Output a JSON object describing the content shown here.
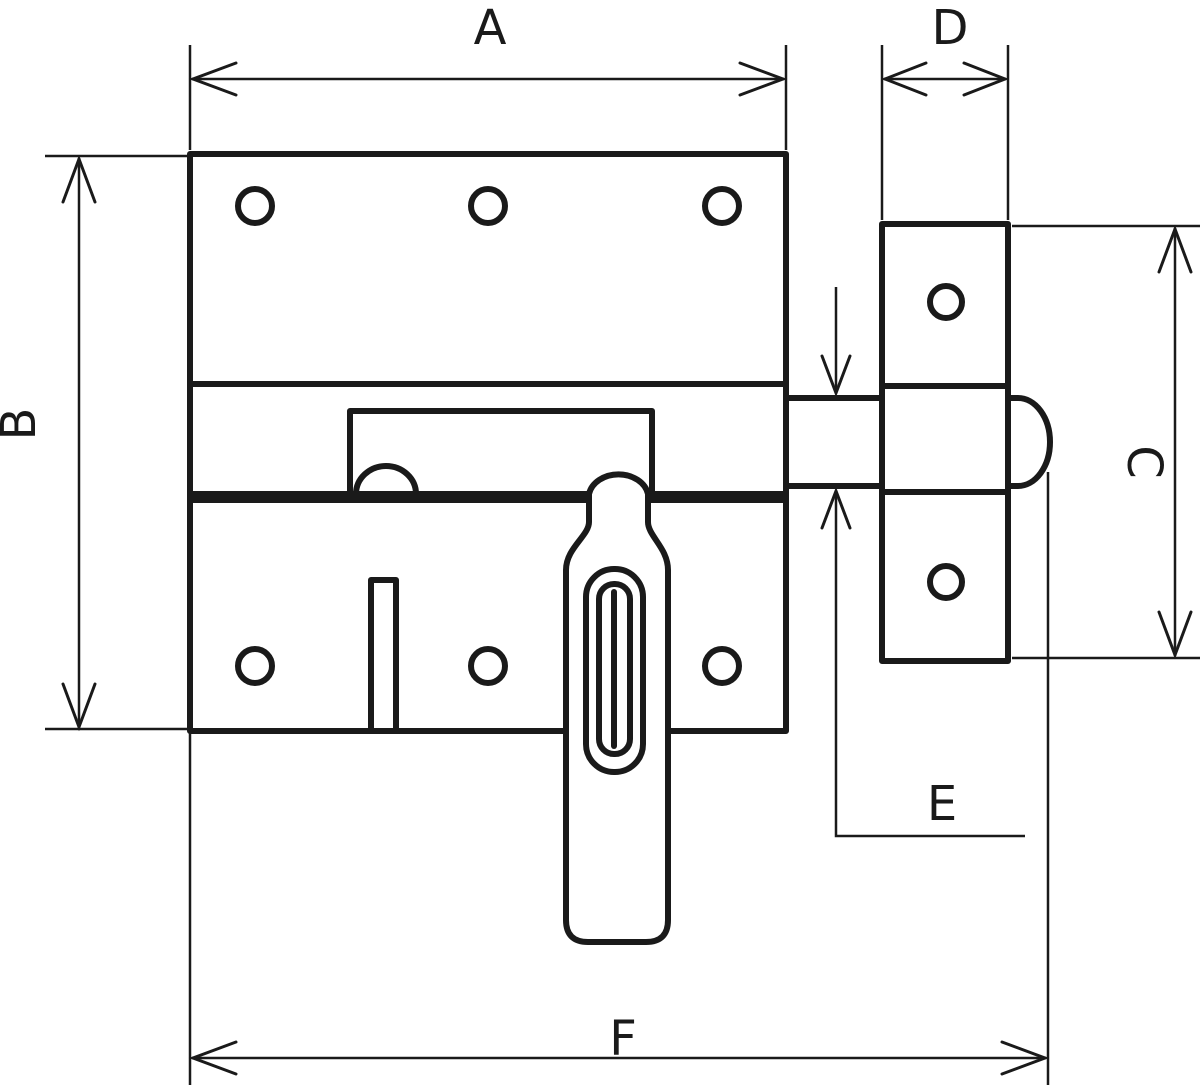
{
  "dimension_labels": {
    "a": "A",
    "b": "B",
    "c": "C",
    "d": "D",
    "e": "E",
    "f": "F"
  },
  "line_color": "#1a1a1a"
}
